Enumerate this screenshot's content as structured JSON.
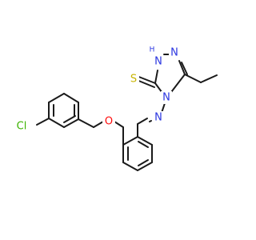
{
  "molecule": {
    "atoms": {
      "chlorine": {
        "label": "Cl",
        "color": "#3cb300"
      },
      "oxygen": {
        "label": "O",
        "color": "#ff0d0d"
      },
      "imine_nitrogen": {
        "label": "N",
        "color": "#2a35e0"
      },
      "ring_nitrogen_4": {
        "label": "N",
        "color": "#2a35e0"
      },
      "ring_nitrogen_2": {
        "label": "N",
        "color": "#2a35e0"
      },
      "ring_nh": {
        "label": "N",
        "sub_label": "H",
        "color": "#2a35e0"
      },
      "sulfur": {
        "label": "S",
        "color": "#c8b400"
      }
    },
    "bond_color": "#1a1a1a"
  }
}
